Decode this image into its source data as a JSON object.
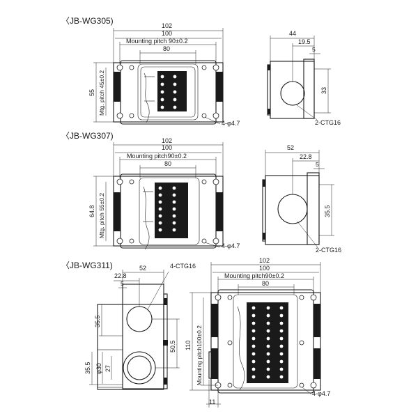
{
  "sections": [
    {
      "title": "〈JB-WG305)",
      "front": {
        "overall_width": "102",
        "body_width": "100",
        "mounting_pitch": "Mounting pitch 90±0.2",
        "inner_width": "80",
        "height": "55",
        "mtg_pitch_v": "Mtg. pitch 45±0.2",
        "hole_note": "4-φ4.7"
      },
      "side": {
        "depth": "44",
        "offset": "19.5",
        "small": "5",
        "hole_height": "33",
        "gland_note": "2-CTG16"
      }
    },
    {
      "title": "〈JB-WG307)",
      "front": {
        "overall_width": "102",
        "body_width": "100",
        "mounting_pitch": "Mounting pitch90±0.2",
        "inner_width": "80",
        "height": "64.8",
        "mtg_pitch_v": "Mtg. pitch 55±0.2",
        "hole_note": "4-φ4.7"
      },
      "side": {
        "depth": "52",
        "offset": "22.8",
        "small": "5",
        "hole_height": "35.5",
        "gland_note": "2-CTG16"
      }
    },
    {
      "title": "〈JB-WG311)",
      "side": {
        "depth": "52",
        "offset": "22.8",
        "small": "5",
        "gland_note": "4-CTG16",
        "hole_height_top": "35.5",
        "between": "50.5",
        "hole_height_bottom": "35.5",
        "dia_outer": "φ30",
        "dia_inner": "27"
      },
      "front": {
        "overall_width": "102",
        "body_width": "100",
        "mounting_pitch": "Mounting pitch90±0.2",
        "inner_width": "80",
        "height": "110",
        "mtg_pitch_v": "Mounting pitch100±0.2",
        "gland_offset": "11",
        "hole_note": "4-φ4.7"
      }
    }
  ]
}
